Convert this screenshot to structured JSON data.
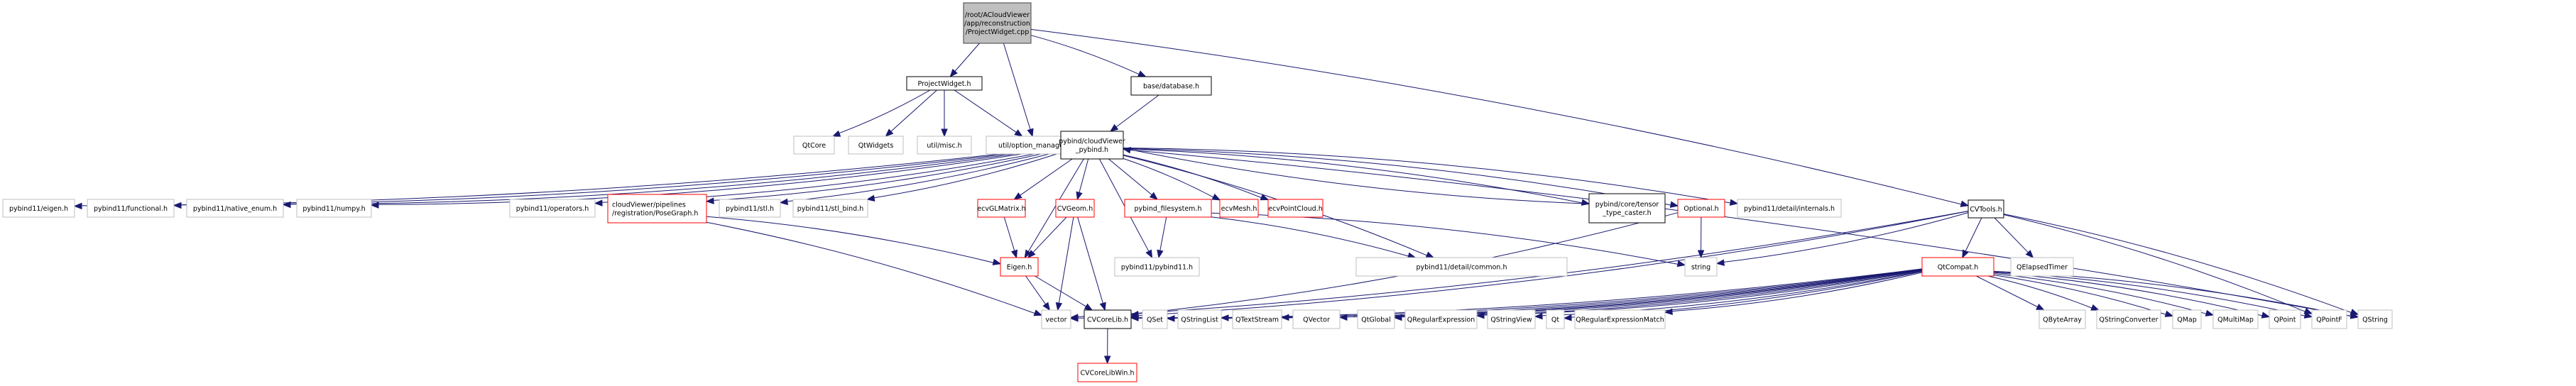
{
  "title": "Include dependency graph for ProjectWidget.cpp",
  "colors": {
    "root_fill": "#bfbfbf",
    "root_border": "#404040",
    "documented_border": "#000000",
    "truncated_border": "#ff0000",
    "external_border": "#bfbfbf",
    "edge": "#191970",
    "background": "#ffffff"
  },
  "legend_styles": {
    "root": "current file (gray fill)",
    "documented": "documented header (black border)",
    "truncated": "graph truncated (red border)",
    "external": "external/undocumented header (gray border)"
  },
  "nodes": [
    {
      "id": "root",
      "label": [
        "/root/ACloudViewer",
        "/app/reconstruction",
        "/ProjectWidget.cpp"
      ],
      "style": "root"
    },
    {
      "id": "projectwidget_h",
      "label": [
        "ProjectWidget.h"
      ],
      "style": "documented"
    },
    {
      "id": "database_h",
      "label": [
        "base/database.h"
      ],
      "style": "documented"
    },
    {
      "id": "qtcore",
      "label": [
        "QtCore"
      ],
      "style": "external"
    },
    {
      "id": "qtwidgets",
      "label": [
        "QtWidgets"
      ],
      "style": "external"
    },
    {
      "id": "misc_h",
      "label": [
        "util/misc.h"
      ],
      "style": "external"
    },
    {
      "id": "option_manager_h",
      "label": [
        "util/option_manager.h"
      ],
      "style": "external"
    },
    {
      "id": "cv_pybind_h",
      "label": [
        "pybind/cloudViewer",
        "_pybind.h"
      ],
      "style": "documented"
    },
    {
      "id": "pb_eigen",
      "label": [
        "pybind11/eigen.h"
      ],
      "style": "external"
    },
    {
      "id": "pb_functional",
      "label": [
        "pybind11/functional.h"
      ],
      "style": "external"
    },
    {
      "id": "pb_native_enum",
      "label": [
        "pybind11/native_enum.h"
      ],
      "style": "external"
    },
    {
      "id": "pb_numpy",
      "label": [
        "pybind11/numpy.h"
      ],
      "style": "external"
    },
    {
      "id": "pb_operators",
      "label": [
        "pybind11/operators.h"
      ],
      "style": "external"
    },
    {
      "id": "posegraph_h",
      "label": [
        "cloudViewer/pipelines",
        "/registration/PoseGraph.h"
      ],
      "style": "truncated"
    },
    {
      "id": "pb_stl",
      "label": [
        "pybind11/stl.h"
      ],
      "style": "external"
    },
    {
      "id": "pb_stl_bind",
      "label": [
        "pybind11/stl_bind.h"
      ],
      "style": "external"
    },
    {
      "id": "ecvglmatrix_h",
      "label": [
        "ecvGLMatrix.h"
      ],
      "style": "truncated"
    },
    {
      "id": "cvgeom_h",
      "label": [
        "CVGeom.h"
      ],
      "style": "truncated"
    },
    {
      "id": "pybind_filesystem_h",
      "label": [
        "pybind_filesystem.h"
      ],
      "style": "truncated"
    },
    {
      "id": "ecvmesh_h",
      "label": [
        "ecvMesh.h"
      ],
      "style": "truncated"
    },
    {
      "id": "ecvpointcloud_h",
      "label": [
        "ecvPointCloud.h"
      ],
      "style": "truncated"
    },
    {
      "id": "tensor_caster_h",
      "label": [
        "pybind/core/tensor",
        "_type_caster.h"
      ],
      "style": "documented"
    },
    {
      "id": "optional_h",
      "label": [
        "Optional.h"
      ],
      "style": "truncated"
    },
    {
      "id": "pb_internals",
      "label": [
        "pybind11/detail/internals.h"
      ],
      "style": "external"
    },
    {
      "id": "cvtools_h",
      "label": [
        "CVTools.h"
      ],
      "style": "documented"
    },
    {
      "id": "eigen_h",
      "label": [
        "Eigen.h"
      ],
      "style": "truncated"
    },
    {
      "id": "pb_pybind11",
      "label": [
        "pybind11/pybind11.h"
      ],
      "style": "external"
    },
    {
      "id": "pb_common",
      "label": [
        "pybind11/detail/common.h"
      ],
      "style": "external"
    },
    {
      "id": "string",
      "label": [
        "string"
      ],
      "style": "external"
    },
    {
      "id": "qtcompat_h",
      "label": [
        "QtCompat.h"
      ],
      "style": "truncated"
    },
    {
      "id": "qelapsedtimer",
      "label": [
        "QElapsedTimer"
      ],
      "style": "external"
    },
    {
      "id": "vector",
      "label": [
        "vector"
      ],
      "style": "external"
    },
    {
      "id": "cvcorelib_h",
      "label": [
        "CVCoreLib.h"
      ],
      "style": "documented"
    },
    {
      "id": "qset",
      "label": [
        "QSet"
      ],
      "style": "external"
    },
    {
      "id": "qstringlist",
      "label": [
        "QStringList"
      ],
      "style": "external"
    },
    {
      "id": "qtextstream",
      "label": [
        "QTextStream"
      ],
      "style": "external"
    },
    {
      "id": "qvector",
      "label": [
        "QVector"
      ],
      "style": "external"
    },
    {
      "id": "qtglobal",
      "label": [
        "QtGlobal"
      ],
      "style": "external"
    },
    {
      "id": "qregularexpression",
      "label": [
        "QRegularExpression"
      ],
      "style": "external"
    },
    {
      "id": "qstringview",
      "label": [
        "QStringView"
      ],
      "style": "external"
    },
    {
      "id": "qt",
      "label": [
        "Qt"
      ],
      "style": "external"
    },
    {
      "id": "qregexpmatch",
      "label": [
        "QRegularExpressionMatch"
      ],
      "style": "external"
    },
    {
      "id": "qbytearray",
      "label": [
        "QByteArray"
      ],
      "style": "external"
    },
    {
      "id": "qstringconverter",
      "label": [
        "QStringConverter"
      ],
      "style": "external"
    },
    {
      "id": "qmap",
      "label": [
        "QMap"
      ],
      "style": "external"
    },
    {
      "id": "qmultimap",
      "label": [
        "QMultiMap"
      ],
      "style": "external"
    },
    {
      "id": "qpoint",
      "label": [
        "QPoint"
      ],
      "style": "external"
    },
    {
      "id": "qpointf",
      "label": [
        "QPointF"
      ],
      "style": "external"
    },
    {
      "id": "qstring",
      "label": [
        "QString"
      ],
      "style": "external"
    },
    {
      "id": "cvcorelibwin_h",
      "label": [
        "CVCoreLibWin.h"
      ],
      "style": "truncated"
    }
  ],
  "edges": [
    [
      "root",
      "projectwidget_h"
    ],
    [
      "root",
      "option_manager_h"
    ],
    [
      "root",
      "database_h"
    ],
    [
      "root",
      "cvtools_h"
    ],
    [
      "projectwidget_h",
      "qtcore"
    ],
    [
      "projectwidget_h",
      "qtwidgets"
    ],
    [
      "projectwidget_h",
      "misc_h"
    ],
    [
      "projectwidget_h",
      "option_manager_h"
    ],
    [
      "database_h",
      "cv_pybind_h"
    ],
    [
      "cv_pybind_h",
      "pb_eigen"
    ],
    [
      "cv_pybind_h",
      "pb_functional"
    ],
    [
      "cv_pybind_h",
      "pb_native_enum"
    ],
    [
      "cv_pybind_h",
      "pb_numpy"
    ],
    [
      "cv_pybind_h",
      "pb_operators"
    ],
    [
      "cv_pybind_h",
      "posegraph_h"
    ],
    [
      "cv_pybind_h",
      "pb_stl"
    ],
    [
      "cv_pybind_h",
      "pb_stl_bind"
    ],
    [
      "cv_pybind_h",
      "ecvglmatrix_h"
    ],
    [
      "cv_pybind_h",
      "cvgeom_h"
    ],
    [
      "cv_pybind_h",
      "eigen_h"
    ],
    [
      "cv_pybind_h",
      "pb_pybind11"
    ],
    [
      "cv_pybind_h",
      "pybind_filesystem_h"
    ],
    [
      "cv_pybind_h",
      "ecvmesh_h"
    ],
    [
      "cv_pybind_h",
      "ecvpointcloud_h"
    ],
    [
      "cv_pybind_h",
      "pb_common"
    ],
    [
      "cv_pybind_h",
      "tensor_caster_h"
    ],
    [
      "cv_pybind_h",
      "optional_h"
    ],
    [
      "cv_pybind_h",
      "pb_internals"
    ],
    [
      "cv_pybind_h",
      "qstring"
    ],
    [
      "tensor_caster_h",
      "cv_pybind_h"
    ],
    [
      "posegraph_h",
      "eigen_h"
    ],
    [
      "posegraph_h",
      "vector"
    ],
    [
      "ecvglmatrix_h",
      "eigen_h"
    ],
    [
      "cvgeom_h",
      "eigen_h"
    ],
    [
      "cvgeom_h",
      "vector"
    ],
    [
      "cvgeom_h",
      "cvcorelib_h"
    ],
    [
      "pybind_filesystem_h",
      "pb_pybind11"
    ],
    [
      "pybind_filesystem_h",
      "pb_common"
    ],
    [
      "pybind_filesystem_h",
      "string"
    ],
    [
      "optional_h",
      "string"
    ],
    [
      "optional_h",
      "cvcorelib_h"
    ],
    [
      "eigen_h",
      "vector"
    ],
    [
      "eigen_h",
      "cvcorelib_h"
    ],
    [
      "cvcorelib_h",
      "cvcorelibwin_h"
    ],
    [
      "cvtools_h",
      "string"
    ],
    [
      "cvtools_h",
      "qtcompat_h"
    ],
    [
      "cvtools_h",
      "qelapsedtimer"
    ],
    [
      "cvtools_h",
      "vector"
    ],
    [
      "cvtools_h",
      "cvcorelib_h"
    ],
    [
      "cvtools_h",
      "qstring"
    ],
    [
      "cvtools_h",
      "qpointf"
    ],
    [
      "qtcompat_h",
      "vector"
    ],
    [
      "qtcompat_h",
      "cvcorelib_h"
    ],
    [
      "qtcompat_h",
      "qset"
    ],
    [
      "qtcompat_h",
      "qstringlist"
    ],
    [
      "qtcompat_h",
      "qtextstream"
    ],
    [
      "qtcompat_h",
      "qvector"
    ],
    [
      "qtcompat_h",
      "qtglobal"
    ],
    [
      "qtcompat_h",
      "qregularexpression"
    ],
    [
      "qtcompat_h",
      "qstringview"
    ],
    [
      "qtcompat_h",
      "qt"
    ],
    [
      "qtcompat_h",
      "qregexpmatch"
    ],
    [
      "qtcompat_h",
      "qbytearray"
    ],
    [
      "qtcompat_h",
      "qstringconverter"
    ],
    [
      "qtcompat_h",
      "qmap"
    ],
    [
      "qtcompat_h",
      "qmultimap"
    ],
    [
      "qtcompat_h",
      "qpoint"
    ],
    [
      "qtcompat_h",
      "qpointf"
    ],
    [
      "qtcompat_h",
      "qstring"
    ]
  ]
}
